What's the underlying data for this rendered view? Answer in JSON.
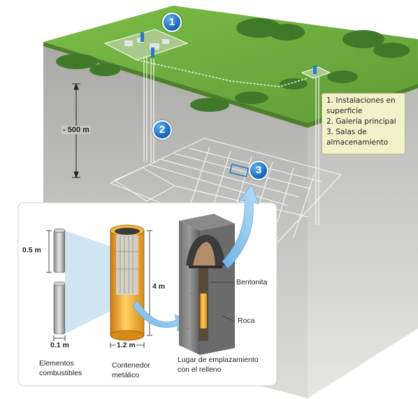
{
  "badges": {
    "one": "1",
    "two": "2",
    "three": "3"
  },
  "depth_label": "- 500 m",
  "legend": {
    "item1": "1. Instalaciones en superficie",
    "item2": "2. Galería principal",
    "item3": "3. Salas de almacenamiento"
  },
  "inset": {
    "dim_half_m": "0.5 m",
    "dim_0_1_m": "0.1 m",
    "dim_1_2_m": "1.2 m",
    "dim_4_m": "4 m",
    "bentonita": "Bentonita",
    "roca": "Roca",
    "caption_elements": "Elementos combustibles",
    "caption_container": "Contenedor metálico",
    "caption_site": "Lugar de emplazamiento con el relleno"
  },
  "colors": {
    "ground_green": "#6fae3f",
    "rock_grey": "#c9cac6",
    "badge_blue": "#1e6fc4",
    "legend_bg": "#f2f0c8",
    "container_orange": "#f0a020"
  }
}
